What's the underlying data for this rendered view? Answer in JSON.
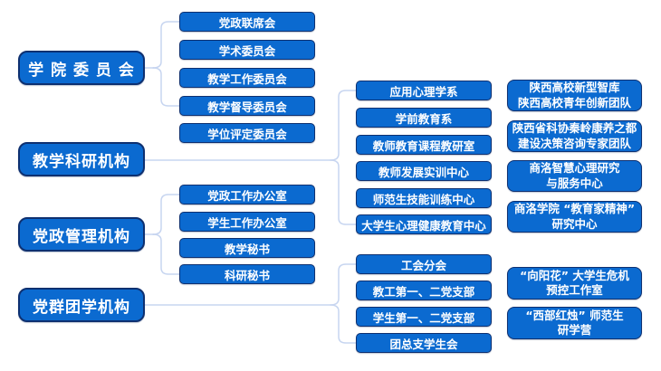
{
  "colors": {
    "box_fill": "#0b6ad0",
    "box_border": "#0e3070",
    "connector": "#c7d5f0",
    "text": "#ffffff",
    "page_bg": "#ffffff"
  },
  "parents": {
    "committee": {
      "label": "学 院 委 员 会"
    },
    "teaching": {
      "label": "教学科研机构"
    },
    "admin": {
      "label": "党政管理机构"
    },
    "league": {
      "label": "党群团学机构"
    }
  },
  "children": {
    "committee": [
      "党政联席会",
      "学术委员会",
      "教学工作委员会",
      "教学督导委员会",
      "学位评定委员会"
    ],
    "teaching": [
      "应用心理学系",
      "学前教育系",
      "教师教育课程教研室",
      "教师发展实训中心",
      "师范生技能训练中心",
      "大学生心理健康教育中心"
    ],
    "admin": [
      "党政工作办公室",
      "学生工作办公室",
      "教学秘书",
      "科研秘书"
    ],
    "league": [
      "工会分会",
      "教工第一、二党支部",
      "学生第一、二党支部",
      "团总支学生会"
    ]
  },
  "platforms": [
    {
      "line1": "陕西高校新型智库",
      "line2": "陕西高校青年创新团队"
    },
    {
      "line1": "陕西省科协秦岭康养之都",
      "line2": "建设决策咨询专家团队"
    },
    {
      "line1": "商洛智慧心理研究",
      "line2": "与服务中心"
    },
    {
      "line1": "商洛学院 “教育家精神”",
      "line2": "研究中心"
    },
    {
      "line1": "“向阳花” 大学生危机",
      "line2": "预控工作室"
    },
    {
      "line1": "“西部红烛” 师范生",
      "line2": "研学营"
    }
  ]
}
